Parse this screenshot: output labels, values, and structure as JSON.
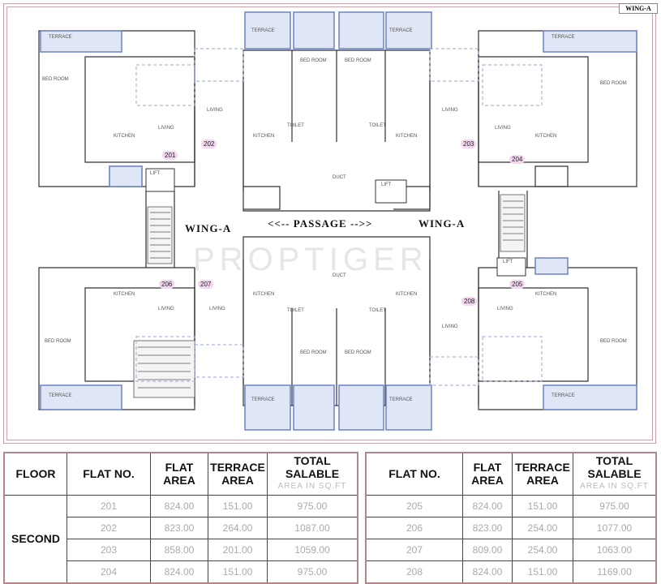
{
  "tag": "WING-A",
  "wing_left": "WING-A",
  "wing_right": "WING-A",
  "passage": "<<-- PASSAGE -->>",
  "watermark": "PROPTIGER",
  "flats_on_plan": [
    "201",
    "202",
    "203",
    "204",
    "205",
    "206",
    "207",
    "208"
  ],
  "rooms": {
    "terrace": "TERRACE",
    "bed_room": "BED ROOM",
    "living": "LIVING",
    "kitchen": "KITCHEN",
    "toilet": "TOILET",
    "lift": "LIFT",
    "duct": "DUCT"
  },
  "table": {
    "headers": {
      "floor": "FLOOR",
      "flat_no": "FLAT NO.",
      "flat_area": "FLAT AREA",
      "terrace_area": "TERRACE AREA",
      "total_salable": "TOTAL SALABLE",
      "units": "AREA IN SQ.FT"
    },
    "floor": "SECOND",
    "left_rows": [
      {
        "flat": "201",
        "area": "824.00",
        "terrace": "151.00",
        "total": "975.00"
      },
      {
        "flat": "202",
        "area": "823.00",
        "terrace": "264.00",
        "total": "1087.00"
      },
      {
        "flat": "203",
        "area": "858.00",
        "terrace": "201.00",
        "total": "1059.00"
      },
      {
        "flat": "204",
        "area": "824.00",
        "terrace": "151.00",
        "total": "975.00"
      }
    ],
    "right_rows": [
      {
        "flat": "205",
        "area": "824.00",
        "terrace": "151.00",
        "total": "975.00"
      },
      {
        "flat": "206",
        "area": "823.00",
        "terrace": "254.00",
        "total": "1077.00"
      },
      {
        "flat": "207",
        "area": "809.00",
        "terrace": "254.00",
        "total": "1063.00"
      },
      {
        "flat": "208",
        "area": "824.00",
        "terrace": "151.00",
        "total": "1169.00"
      }
    ]
  }
}
